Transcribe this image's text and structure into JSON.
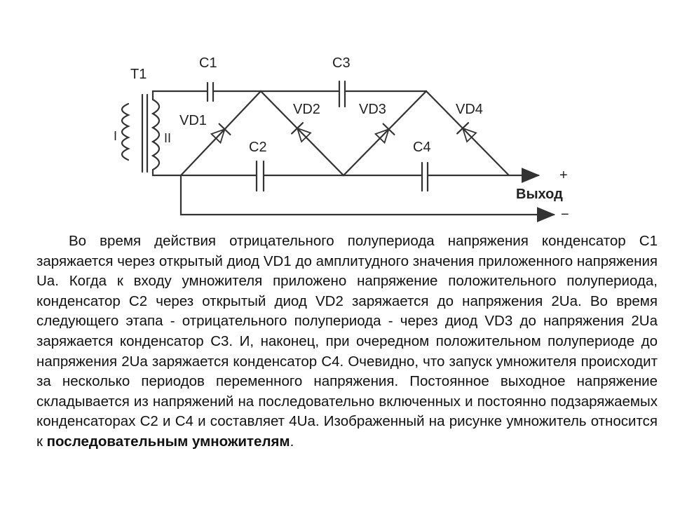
{
  "diagram": {
    "labels": {
      "transformer": "T1",
      "primary": "I",
      "secondary": "II",
      "c1": "C1",
      "c2": "C2",
      "c3": "C3",
      "c4": "C4",
      "vd1": "VD1",
      "vd2": "VD2",
      "vd3": "VD3",
      "vd4": "VD4",
      "plus": "+",
      "minus": "−",
      "output": "Выход"
    }
  },
  "text": {
    "paragraph": "Во время действия отрицательного полупериода напряжения конденсатор С1 заряжается через открытый диод VD1 до амплитудного значения приложенного напряжения Ua. Когда к входу умножителя приложено напряжение положительного полупериода, конденсатор С2 через открытый диод VD2 заряжается до напряжения 2Ua. Во время следующего этапа - отрицательного полупериода - через диод VD3 до напряжения 2Ua заряжается конденсатор С3. И, наконец, при очередном положительном полупериоде до напряжения 2Ua заряжается конденсатор С4. Очевидно, что запуск умножителя происходит за несколько периодов переменного напряжения. Постоянное выходное напряжение складывается из напряжений на последовательно включенных и постоянно подзаряжаемых конденсаторах С2 и С4 и составляет 4Ua. Изображенный на рисунке умножитель относится к",
    "bold_term": "последовательным умножителям",
    "end_punct": "."
  }
}
